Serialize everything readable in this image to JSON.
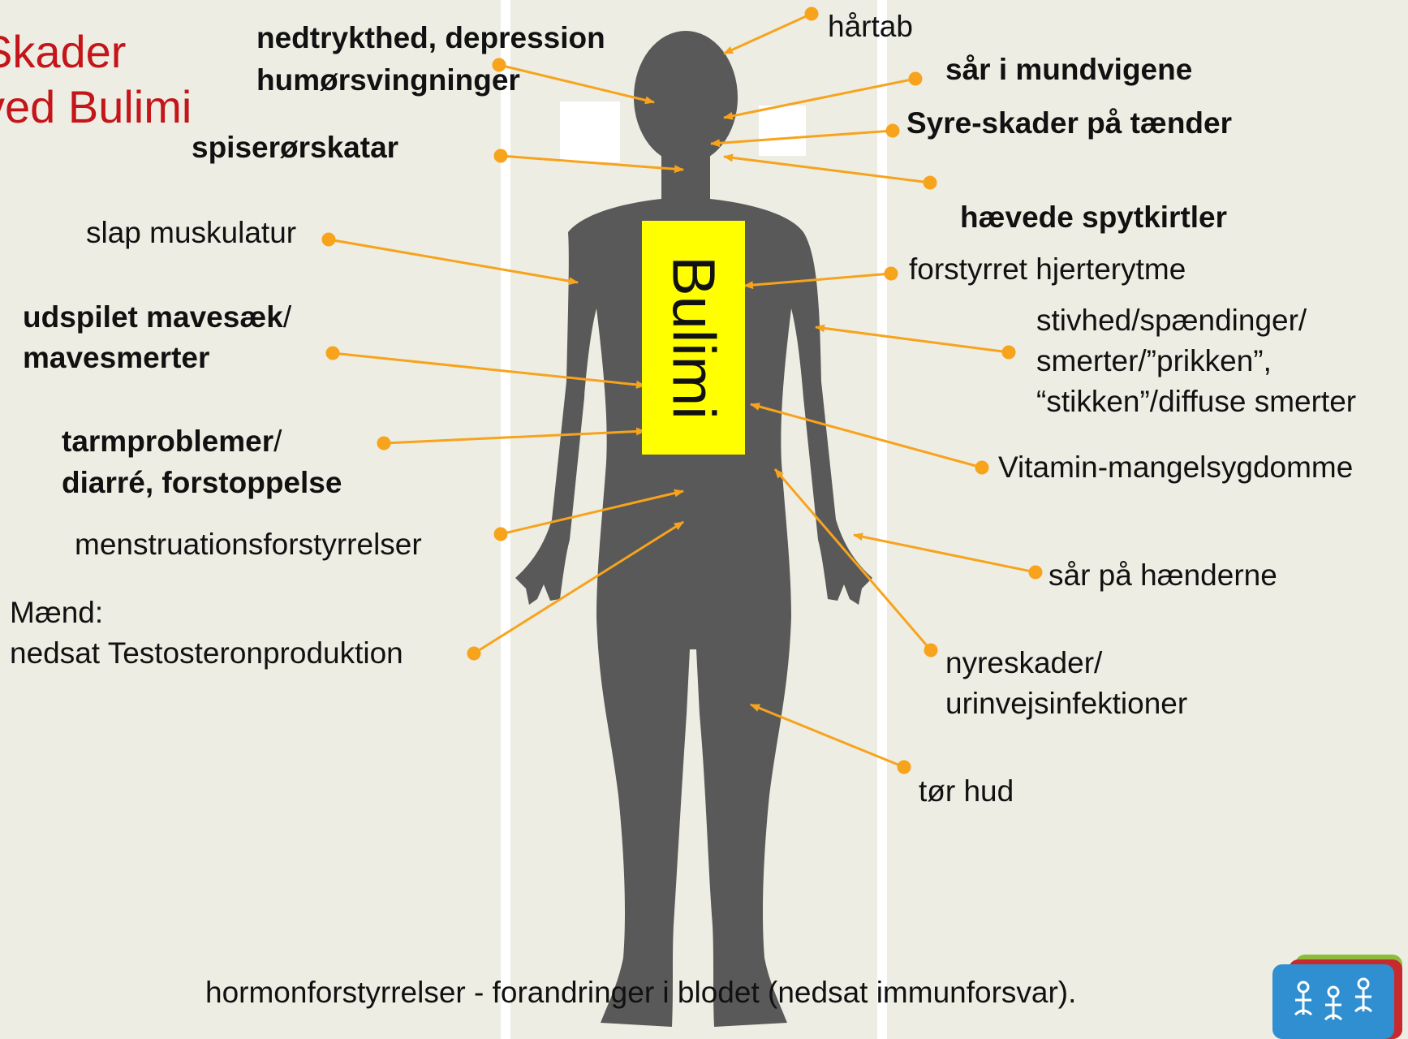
{
  "title": {
    "line1": "Skader",
    "line2": "ved Bulimi"
  },
  "center_label": "Bulimi",
  "labels": {
    "nedtrykthed": "nedtrykthed, depression",
    "humor": "humørsvingninger",
    "hartab": "hårtab",
    "mundvige": "sår i mundvigene",
    "syre": "Syre-skader på tænder",
    "spiseror": "spiserørskatar",
    "spyt": "hævede spytkirtler",
    "muskulatur": "slap muskulatur",
    "hjerte": "forstyrret hjerterytme",
    "stivhed": "stivhed/spændinger/\nsmerter/”prikken”,\n“stikken”/diffuse smerter",
    "mave_bold": "udspilet mavesæk",
    "mave_slash": "/",
    "mave2": "mavesmerter",
    "vitamin": "Vitamin-mangelsygdomme",
    "tarm_bold": "tarmproblemer",
    "tarm_slash": "/",
    "tarm2": "diarré, forstoppelse",
    "menstruation": "menstruationsforstyrrelser",
    "haender": "sår på hænderne",
    "maend": "Mænd:\nnedsat Testosteronproduktion",
    "nyre": "nyreskader/\nurinvejsinfektioner",
    "hud": "tør hud",
    "hormon": "hormonforstyrrelser - forandringer i blodet (nedsat immunforsvar)."
  },
  "colors": {
    "background": "#eeede3",
    "title": "#c3151a",
    "accent_arrow": "#f7a31c",
    "silhouette": "#595959",
    "banner": "#ffff00"
  },
  "icons": {
    "logo": "people-tree-logo-icon"
  }
}
